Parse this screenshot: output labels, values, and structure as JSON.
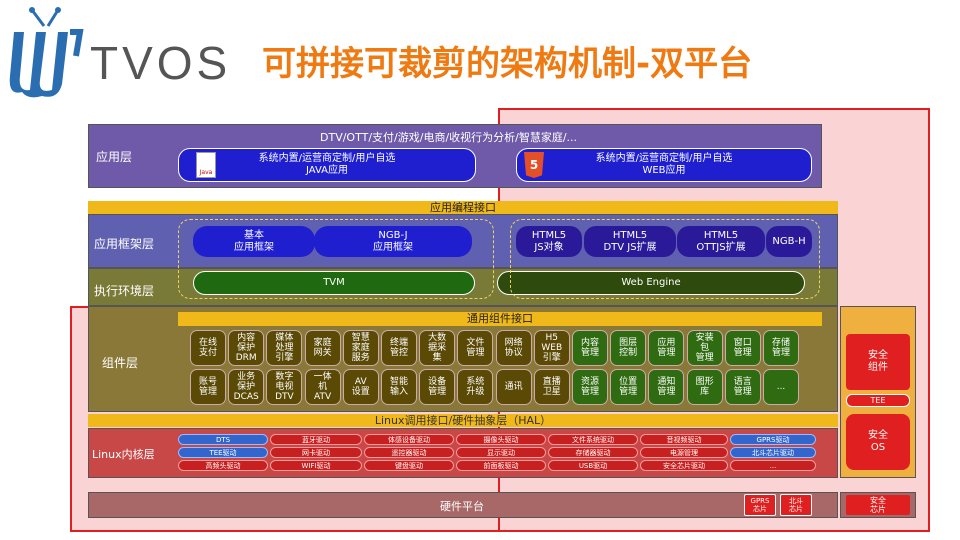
{
  "logo": {
    "text": "TVOS"
  },
  "title": "可拼接可裁剪的架构机制-双平台",
  "app_layer": {
    "label": "应用层",
    "top_text": "DTV/OTT/支付/游戏/电商/收视行为分析/智慧家庭/...",
    "java_box": "系统内置/运营商定制/用户自选\nJAVA应用",
    "web_box": "系统内置/运营商定制/用户自选\nWEB应用",
    "java_icon": "Java",
    "html5_icon": "5"
  },
  "api_band": "应用编程接口",
  "framework_layer": {
    "label": "应用框架层",
    "items": [
      "基本\n应用框架",
      "NGB-J\n应用框架",
      "HTML5\nJS对象",
      "HTML5\nDTV JS扩展",
      "HTML5\nOTTJS扩展",
      "NGB-H"
    ]
  },
  "runtime_layer": {
    "label": "执行环境层",
    "tvm": "TVM",
    "web_engine": "Web Engine"
  },
  "component_layer": {
    "label": "组件层",
    "band": "通用组件接口",
    "row1": [
      "在线\n支付",
      "内容\n保护\nDRM",
      "媒体\n处理\n引擎",
      "家庭\n网关",
      "智慧\n家庭\n服务",
      "终端\n管控",
      "大数\n据采\n集",
      "文件\n管理",
      "网络\n协议",
      "H5\nWEB\n引擎",
      "内容\n管理",
      "图层\n控制",
      "应用\n管理",
      "安装\n包\n管理",
      "窗口\n管理",
      "存储\n管理"
    ],
    "row2": [
      "账号\n管理",
      "业务\n保护\nDCAS",
      "数字\n电视\nDTV",
      "一体\n机\nATV",
      "AV\n设置",
      "智能\n输入",
      "设备\n管理",
      "系统\n升级",
      "通讯",
      "直播\n卫星",
      "资源\n管理",
      "位置\n管理",
      "通知\n管理",
      "图形\n库",
      "语言\n管理",
      "..."
    ]
  },
  "hal_band": "Linux调用接口/硬件抽象层（HAL）",
  "kernel_layer": {
    "label": "Linux内核层",
    "row1": [
      "DTS",
      "蓝牙驱动",
      "体感设备驱动",
      "摄像头驱动",
      "文件系统驱动",
      "音视频驱动",
      "GPRS驱动"
    ],
    "row2": [
      "TEE驱动",
      "网卡驱动",
      "遥控器驱动",
      "显示驱动",
      "存储器驱动",
      "电源管理",
      "北斗芯片驱动"
    ],
    "row3": [
      "高频头驱动",
      "WIFI驱动",
      "键盘驱动",
      "前面板驱动",
      "USB驱动",
      "安全芯片驱动",
      "..."
    ]
  },
  "security": {
    "component": "安全\n组件",
    "tee": "TEE",
    "os": "安全\nOS",
    "chip": "安全\n芯片"
  },
  "hardware": {
    "label": "硬件平台",
    "gprs": "GPRS\n芯片",
    "beidou": "北斗\n芯片"
  },
  "colors": {
    "app": "#6e5aa8",
    "framework": "#6060b0",
    "runtime": "#7a7a38",
    "component": "#8a7838",
    "kernel": "#c84848",
    "hardware": "#a86868",
    "band": "#f0b818",
    "red": "#e02020",
    "orange": "#f07a12"
  }
}
